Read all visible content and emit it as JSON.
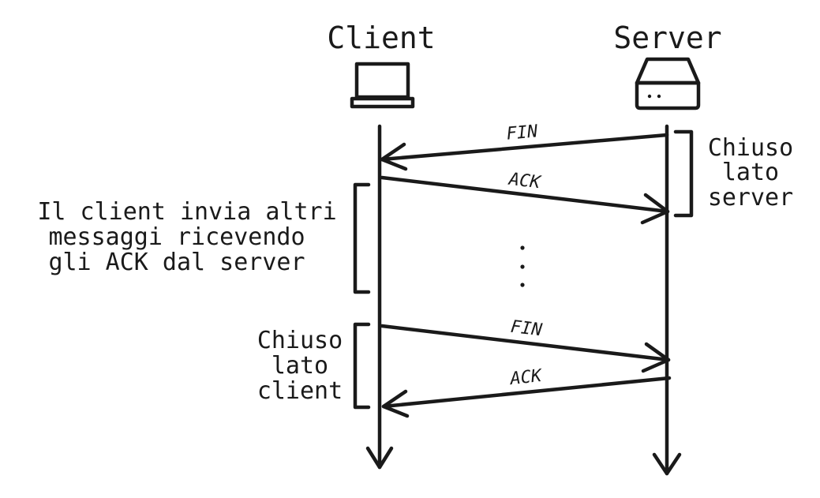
{
  "actors": {
    "client": {
      "label": "Client",
      "icon": "laptop-icon"
    },
    "server": {
      "label": "Server",
      "icon": "server-icon"
    }
  },
  "messages": [
    {
      "label": "FIN",
      "from": "server",
      "to": "client"
    },
    {
      "label": "ACK",
      "from": "client",
      "to": "server"
    },
    {
      "label": "FIN",
      "from": "client",
      "to": "server"
    },
    {
      "label": "ACK",
      "from": "server",
      "to": "client"
    }
  ],
  "notes": {
    "server_closed": [
      "Chiuso",
      "lato",
      "server"
    ],
    "client_continues": [
      "Il client invia altri",
      "messaggi ricevendo",
      "gli ACK dal server"
    ],
    "client_closed": [
      "Chiuso",
      "lato",
      "client"
    ]
  },
  "ellipsis": "vertical-dots"
}
